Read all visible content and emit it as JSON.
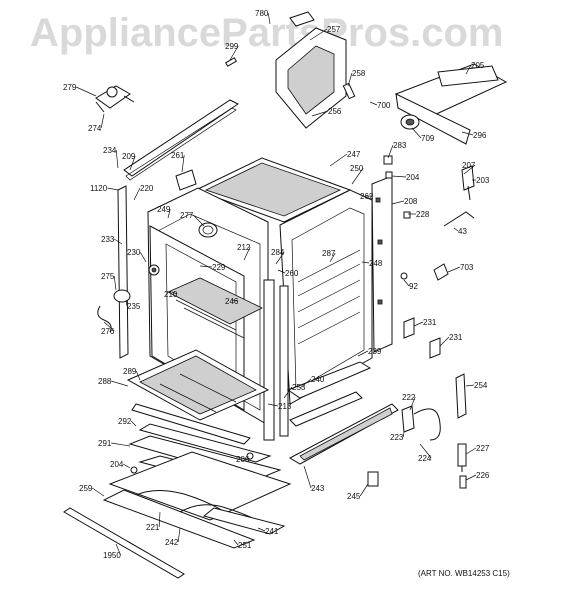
{
  "watermark": "AppliancePartsPros.com",
  "art_number": "(ART NO. WB14253 C15)",
  "callouts": [
    "780",
    "299",
    "257",
    "258",
    "205",
    "279",
    "274",
    "700",
    "256",
    "709",
    "296",
    "234",
    "209",
    "261",
    "247",
    "283",
    "207",
    "1120",
    "220",
    "250",
    "204",
    "203",
    "277",
    "249",
    "262",
    "208",
    "228",
    "233",
    "230",
    "212",
    "284",
    "287",
    "43",
    "229",
    "260",
    "248",
    "275",
    "703",
    "210",
    "246",
    "92",
    "235",
    "276",
    "231",
    "231",
    "239",
    "289",
    "288",
    "240",
    "253",
    "254",
    "213",
    "222",
    "292",
    "223",
    "291",
    "206",
    "224",
    "227",
    "204",
    "243",
    "226",
    "259",
    "245",
    "221",
    "241",
    "242",
    "251",
    "1950"
  ]
}
